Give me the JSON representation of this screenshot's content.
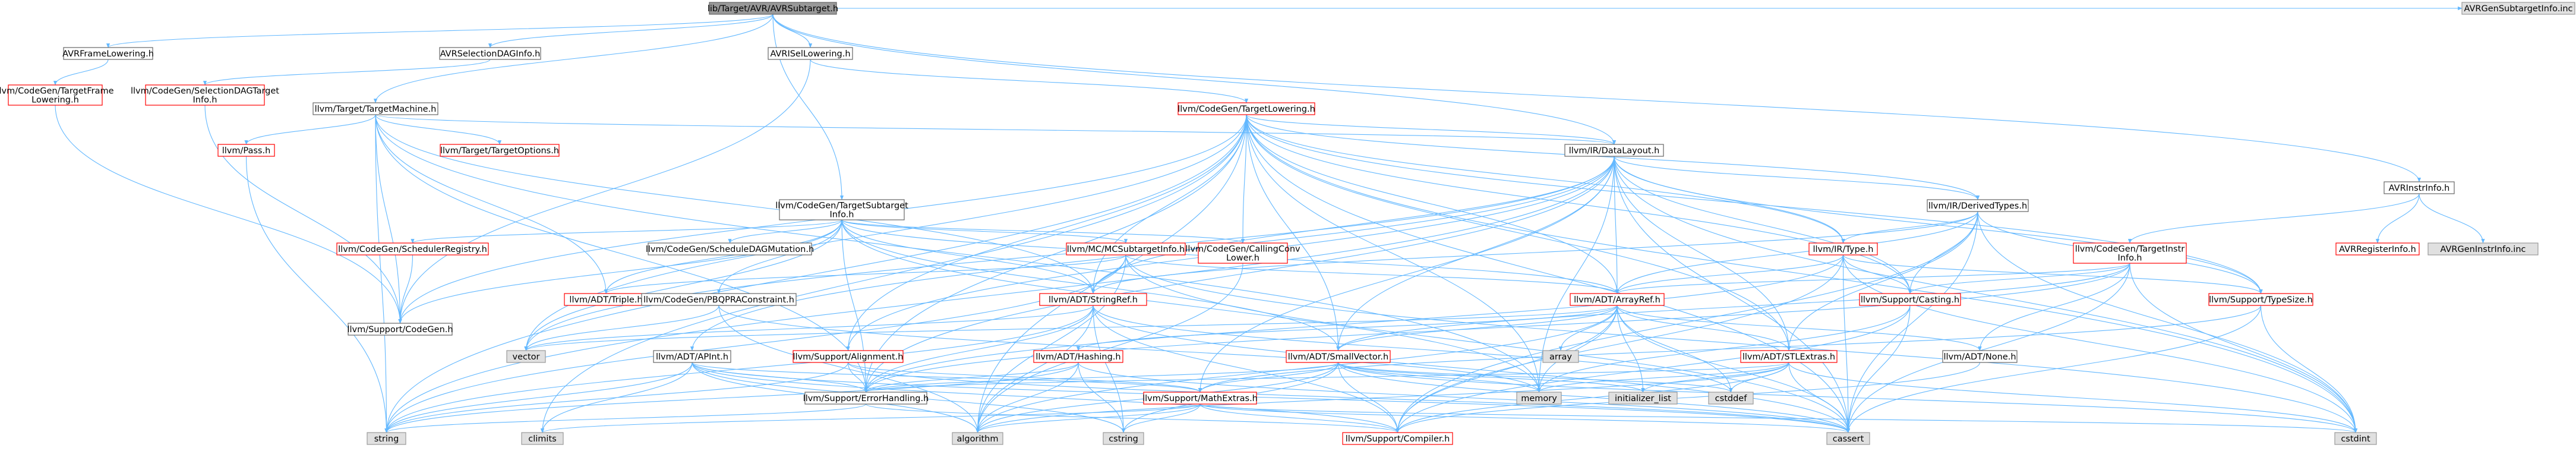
{
  "graph": {
    "kind": "include-dependency-graph",
    "colors": {
      "edge": "#63b8ff",
      "root_fill": "#999999",
      "root_stroke": "#666666",
      "doc_stroke": "#666666",
      "missing_stroke": "#ff0000",
      "external_fill": "#e0e0e0",
      "external_stroke": "#999999",
      "fill": "#ffffff",
      "text": "#000000"
    },
    "nodes": [
      {
        "id": "root",
        "lines": [
          "lib/Target/AVR/AVRSubtarget.h"
        ],
        "style": "root"
      },
      {
        "id": "frameLowering",
        "lines": [
          "AVRFrameLowering.h"
        ],
        "style": "doc"
      },
      {
        "id": "tfl",
        "lines": [
          "llvm/CodeGen/TargetFrame",
          "Lowering.h"
        ],
        "style": "missing"
      },
      {
        "id": "selDag",
        "lines": [
          "AVRSelectionDAGInfo.h"
        ],
        "style": "doc"
      },
      {
        "id": "sdti",
        "lines": [
          "llvm/CodeGen/SelectionDAGTarget",
          "Info.h"
        ],
        "style": "missing"
      },
      {
        "id": "isel",
        "lines": [
          "AVRISelLowering.h"
        ],
        "style": "doc"
      },
      {
        "id": "tm",
        "lines": [
          "llvm/Target/TargetMachine.h"
        ],
        "style": "doc"
      },
      {
        "id": "pass",
        "lines": [
          "llvm/Pass.h"
        ],
        "style": "missing"
      },
      {
        "id": "topt",
        "lines": [
          "llvm/Target/TargetOptions.h"
        ],
        "style": "missing"
      },
      {
        "id": "tli",
        "lines": [
          "llvm/CodeGen/TargetLowering.h"
        ],
        "style": "missing"
      },
      {
        "id": "dl",
        "lines": [
          "llvm/IR/DataLayout.h"
        ],
        "style": "doc"
      },
      {
        "id": "tsub",
        "lines": [
          "llvm/CodeGen/TargetSubtarget",
          "Info.h"
        ],
        "style": "doc"
      },
      {
        "id": "schedreg",
        "lines": [
          "llvm/CodeGen/SchedulerRegistry.h"
        ],
        "style": "missing"
      },
      {
        "id": "scdag",
        "lines": [
          "llvm/CodeGen/ScheduleDAGMutation.h"
        ],
        "style": "doc"
      },
      {
        "id": "mcsub",
        "lines": [
          "llvm/MC/MCSubtargetInfo.h"
        ],
        "style": "missing"
      },
      {
        "id": "cgcc",
        "lines": [
          "llvm/CodeGen/CallingConv",
          "Lower.h"
        ],
        "style": "missing"
      },
      {
        "id": "triple",
        "lines": [
          "llvm/ADT/Triple.h"
        ],
        "style": "missing"
      },
      {
        "id": "pbqp",
        "lines": [
          "llvm/CodeGen/PBQPRAConstraint.h"
        ],
        "style": "doc"
      },
      {
        "id": "supcg",
        "lines": [
          "llvm/Support/CodeGen.h"
        ],
        "style": "doc"
      },
      {
        "id": "stringref",
        "lines": [
          "llvm/ADT/StringRef.h"
        ],
        "style": "missing"
      },
      {
        "id": "derived",
        "lines": [
          "llvm/IR/DerivedTypes.h"
        ],
        "style": "doc"
      },
      {
        "id": "irtype",
        "lines": [
          "llvm/IR/Type.h"
        ],
        "style": "missing"
      },
      {
        "id": "arrayref",
        "lines": [
          "llvm/ADT/ArrayRef.h"
        ],
        "style": "missing"
      },
      {
        "id": "casting",
        "lines": [
          "llvm/Support/Casting.h"
        ],
        "style": "missing"
      },
      {
        "id": "tinstr",
        "lines": [
          "llvm/CodeGen/TargetInstr",
          "Info.h"
        ],
        "style": "missing"
      },
      {
        "id": "typesize",
        "lines": [
          "llvm/Support/TypeSize.h"
        ],
        "style": "missing"
      },
      {
        "id": "instrinfo",
        "lines": [
          "AVRInstrInfo.h"
        ],
        "style": "doc"
      },
      {
        "id": "reginfo",
        "lines": [
          "AVRRegisterInfo.h"
        ],
        "style": "missing"
      },
      {
        "id": "genInstr",
        "lines": [
          "AVRGenInstrInfo.inc"
        ],
        "style": "external"
      },
      {
        "id": "genSub",
        "lines": [
          "AVRGenSubtargetInfo.inc"
        ],
        "style": "external"
      },
      {
        "id": "apint",
        "lines": [
          "llvm/ADT/APInt.h"
        ],
        "style": "doc"
      },
      {
        "id": "alignment",
        "lines": [
          "llvm/Support/Alignment.h"
        ],
        "style": "missing"
      },
      {
        "id": "hashing",
        "lines": [
          "llvm/ADT/Hashing.h"
        ],
        "style": "missing"
      },
      {
        "id": "smallvec",
        "lines": [
          "llvm/ADT/SmallVector.h"
        ],
        "style": "missing"
      },
      {
        "id": "array",
        "lines": [
          "array"
        ],
        "style": "external"
      },
      {
        "id": "stlextras",
        "lines": [
          "llvm/ADT/STLExtras.h"
        ],
        "style": "missing"
      },
      {
        "id": "none",
        "lines": [
          "llvm/ADT/None.h"
        ],
        "style": "doc"
      },
      {
        "id": "errh",
        "lines": [
          "llvm/Support/ErrorHandling.h"
        ],
        "style": "doc"
      },
      {
        "id": "mathext",
        "lines": [
          "llvm/Support/MathExtras.h"
        ],
        "style": "missing"
      },
      {
        "id": "compiler",
        "lines": [
          "llvm/Support/Compiler.h"
        ],
        "style": "missing"
      },
      {
        "id": "vector",
        "lines": [
          "vector"
        ],
        "style": "external"
      },
      {
        "id": "memory",
        "lines": [
          "memory"
        ],
        "style": "external"
      },
      {
        "id": "initlist",
        "lines": [
          "initializer_list"
        ],
        "style": "external"
      },
      {
        "id": "cstddef",
        "lines": [
          "cstddef"
        ],
        "style": "external"
      },
      {
        "id": "string",
        "lines": [
          "string"
        ],
        "style": "external"
      },
      {
        "id": "climits",
        "lines": [
          "climits"
        ],
        "style": "external"
      },
      {
        "id": "algorithm",
        "lines": [
          "algorithm"
        ],
        "style": "external"
      },
      {
        "id": "cstring",
        "lines": [
          "cstring"
        ],
        "style": "external"
      },
      {
        "id": "cassert",
        "lines": [
          "cassert"
        ],
        "style": "external"
      },
      {
        "id": "cstdint",
        "lines": [
          "cstdint"
        ],
        "style": "external"
      }
    ],
    "edges": [
      [
        "root",
        "frameLowering"
      ],
      [
        "root",
        "selDag"
      ],
      [
        "root",
        "isel"
      ],
      [
        "root",
        "tm"
      ],
      [
        "root",
        "tsub"
      ],
      [
        "root",
        "dl"
      ],
      [
        "root",
        "instrinfo"
      ],
      [
        "root",
        "genSub"
      ],
      [
        "frameLowering",
        "tfl"
      ],
      [
        "tfl",
        "supcg"
      ],
      [
        "selDag",
        "sdti"
      ],
      [
        "sdti",
        "supcg"
      ],
      [
        "isel",
        "tli"
      ],
      [
        "isel",
        "supcg"
      ],
      [
        "tm",
        "pass"
      ],
      [
        "tm",
        "topt"
      ],
      [
        "tm",
        "dl"
      ],
      [
        "tm",
        "triple"
      ],
      [
        "tm",
        "stringref"
      ],
      [
        "tm",
        "supcg"
      ],
      [
        "tm",
        "errh"
      ],
      [
        "tm",
        "string"
      ],
      [
        "tm",
        "memory"
      ],
      [
        "pass",
        "string"
      ],
      [
        "tli",
        "dl"
      ],
      [
        "tli",
        "derived"
      ],
      [
        "tli",
        "irtype"
      ],
      [
        "tli",
        "arrayref"
      ],
      [
        "tli",
        "smallvec"
      ],
      [
        "tli",
        "stringref"
      ],
      [
        "tli",
        "casting"
      ],
      [
        "tli",
        "alignment"
      ],
      [
        "tli",
        "errh"
      ],
      [
        "tli",
        "supcg"
      ],
      [
        "tli",
        "cgcc"
      ],
      [
        "tli",
        "stlextras"
      ],
      [
        "tli",
        "vector"
      ],
      [
        "tli",
        "string"
      ],
      [
        "tli",
        "algorithm"
      ],
      [
        "tli",
        "cassert"
      ],
      [
        "tli",
        "cstdint"
      ],
      [
        "tli",
        "memory"
      ],
      [
        "tli",
        "climits"
      ],
      [
        "tli",
        "typesize"
      ],
      [
        "dl",
        "derived"
      ],
      [
        "dl",
        "irtype"
      ],
      [
        "dl",
        "arrayref"
      ],
      [
        "dl",
        "apint"
      ],
      [
        "dl",
        "stlextras"
      ],
      [
        "dl",
        "smallvec"
      ],
      [
        "dl",
        "stringref"
      ],
      [
        "dl",
        "alignment"
      ],
      [
        "dl",
        "casting"
      ],
      [
        "dl",
        "errh"
      ],
      [
        "dl",
        "mathext"
      ],
      [
        "dl",
        "typesize"
      ],
      [
        "dl",
        "cassert"
      ],
      [
        "dl",
        "cstdint"
      ],
      [
        "dl",
        "string"
      ],
      [
        "dl",
        "vector"
      ],
      [
        "dl",
        "memory"
      ],
      [
        "tsub",
        "schedreg"
      ],
      [
        "tsub",
        "scdag"
      ],
      [
        "tsub",
        "mcsub"
      ],
      [
        "tsub",
        "cgcc"
      ],
      [
        "tsub",
        "triple"
      ],
      [
        "tsub",
        "pbqp"
      ],
      [
        "tsub",
        "supcg"
      ],
      [
        "tsub",
        "stringref"
      ],
      [
        "tsub",
        "arrayref"
      ],
      [
        "tsub",
        "smallvec"
      ],
      [
        "tsub",
        "vector"
      ],
      [
        "tsub",
        "memory"
      ],
      [
        "tsub",
        "errh"
      ],
      [
        "schedreg",
        "supcg"
      ],
      [
        "mcsub",
        "stringref"
      ],
      [
        "mcsub",
        "arrayref"
      ],
      [
        "mcsub",
        "triple"
      ],
      [
        "mcsub",
        "string"
      ],
      [
        "mcsub",
        "algorithm"
      ],
      [
        "mcsub",
        "cassert"
      ],
      [
        "mcsub",
        "cstdint"
      ],
      [
        "cgcc",
        "algorithm"
      ],
      [
        "pbqp",
        "vector"
      ],
      [
        "pbqp",
        "memory"
      ],
      [
        "pbqp",
        "algorithm"
      ],
      [
        "stringref",
        "errh"
      ],
      [
        "stringref",
        "compiler"
      ],
      [
        "stringref",
        "algorithm"
      ],
      [
        "stringref",
        "cassert"
      ],
      [
        "stringref",
        "cstddef"
      ],
      [
        "stringref",
        "cstring"
      ],
      [
        "stringref",
        "string"
      ],
      [
        "stringref",
        "vector"
      ],
      [
        "derived",
        "irtype"
      ],
      [
        "derived",
        "arrayref"
      ],
      [
        "derived",
        "stlextras"
      ],
      [
        "derived",
        "stringref"
      ],
      [
        "derived",
        "casting"
      ],
      [
        "derived",
        "compiler"
      ],
      [
        "derived",
        "typesize"
      ],
      [
        "derived",
        "cassert"
      ],
      [
        "derived",
        "cstdint"
      ],
      [
        "irtype",
        "arrayref"
      ],
      [
        "irtype",
        "casting"
      ],
      [
        "irtype",
        "compiler"
      ],
      [
        "irtype",
        "errh"
      ],
      [
        "irtype",
        "typesize"
      ],
      [
        "irtype",
        "cassert"
      ],
      [
        "irtype",
        "cstdint"
      ],
      [
        "arrayref",
        "hashing"
      ],
      [
        "arrayref",
        "none"
      ],
      [
        "arrayref",
        "smallvec"
      ],
      [
        "arrayref",
        "stlextras"
      ],
      [
        "arrayref",
        "compiler"
      ],
      [
        "arrayref",
        "algorithm"
      ],
      [
        "arrayref",
        "array"
      ],
      [
        "arrayref",
        "cassert"
      ],
      [
        "arrayref",
        "cstddef"
      ],
      [
        "arrayref",
        "initlist"
      ],
      [
        "arrayref",
        "iterator"
      ],
      [
        "arrayref",
        "memory"
      ],
      [
        "arrayref",
        "vector"
      ],
      [
        "casting",
        "compiler"
      ],
      [
        "casting",
        "cassert"
      ],
      [
        "casting",
        "memory"
      ],
      [
        "tinstr",
        "arrayref"
      ],
      [
        "tinstr",
        "none"
      ],
      [
        "tinstr",
        "smallvec"
      ],
      [
        "tinstr",
        "errh"
      ],
      [
        "tinstr",
        "casting"
      ],
      [
        "tinstr",
        "cassert"
      ],
      [
        "tinstr",
        "cstdint"
      ],
      [
        "typesize",
        "mathext"
      ],
      [
        "typesize",
        "cassert"
      ],
      [
        "typesize",
        "cstdint"
      ],
      [
        "instrinfo",
        "tinstr"
      ],
      [
        "instrinfo",
        "reginfo"
      ],
      [
        "instrinfo",
        "genInstr"
      ],
      [
        "apint",
        "compiler"
      ],
      [
        "apint",
        "mathext"
      ],
      [
        "apint",
        "errh"
      ],
      [
        "apint",
        "cassert"
      ],
      [
        "apint",
        "climits"
      ],
      [
        "apint",
        "cstring"
      ],
      [
        "apint",
        "string"
      ],
      [
        "apint",
        "algorithm"
      ],
      [
        "alignment",
        "mathext"
      ],
      [
        "alignment",
        "errh"
      ],
      [
        "alignment",
        "cassert"
      ],
      [
        "alignment",
        "string"
      ],
      [
        "hashing",
        "errh"
      ],
      [
        "hashing",
        "algorithm"
      ],
      [
        "hashing",
        "cassert"
      ],
      [
        "hashing",
        "cstring"
      ],
      [
        "hashing",
        "string"
      ],
      [
        "smallvec",
        "compiler"
      ],
      [
        "smallvec",
        "errh"
      ],
      [
        "smallvec",
        "mathext"
      ],
      [
        "smallvec",
        "algorithm"
      ],
      [
        "smallvec",
        "cassert"
      ],
      [
        "smallvec",
        "cstddef"
      ],
      [
        "smallvec",
        "cstdint"
      ],
      [
        "smallvec",
        "cstring"
      ],
      [
        "smallvec",
        "initlist"
      ],
      [
        "smallvec",
        "memory"
      ],
      [
        "stlextras",
        "errh"
      ],
      [
        "stlextras",
        "compiler"
      ],
      [
        "stlextras",
        "algorithm"
      ],
      [
        "stlextras",
        "cassert"
      ],
      [
        "stlextras",
        "cstddef"
      ],
      [
        "stlextras",
        "cstdint"
      ],
      [
        "stlextras",
        "initlist"
      ],
      [
        "stlextras",
        "memory"
      ],
      [
        "none",
        "compiler"
      ],
      [
        "errh",
        "compiler"
      ],
      [
        "errh",
        "string"
      ],
      [
        "mathext",
        "compiler"
      ],
      [
        "mathext",
        "algorithm"
      ],
      [
        "mathext",
        "cassert"
      ],
      [
        "mathext",
        "climits"
      ],
      [
        "mathext",
        "cstring"
      ],
      [
        "mathext",
        "cstdint"
      ]
    ]
  }
}
